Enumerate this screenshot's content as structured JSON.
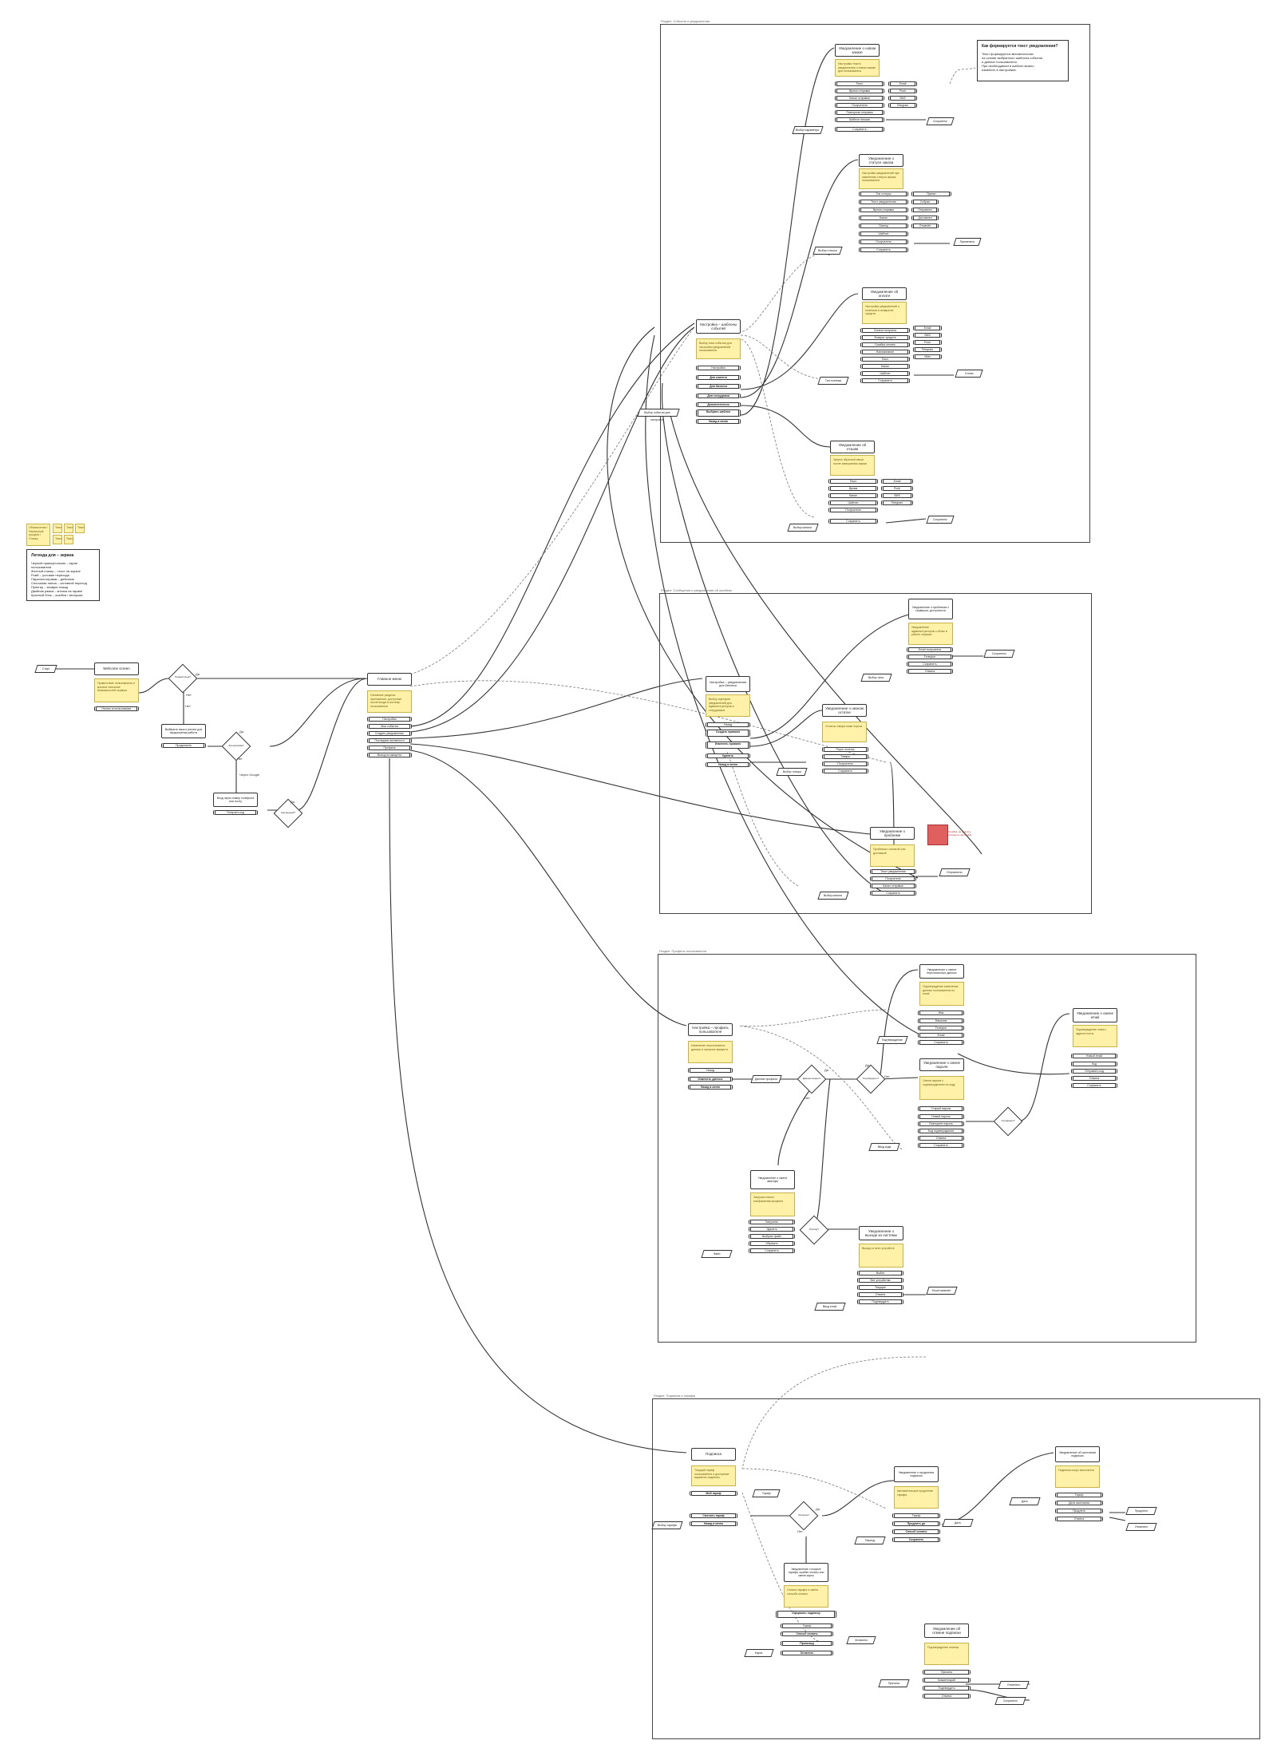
{
  "legend": {
    "stickies": [
      "Обозначения / Начальный процесс / Стикер",
      "Текст",
      "Текст",
      "Текст",
      "Текст",
      "Текст",
      "Текст"
    ],
    "card_title": "Легенда для – экрана",
    "card_lines": [
      "Черный прямоугольник – экран пользователя",
      "Желтый стикер – текст на экране",
      "Ромб – условие перехода",
      "Параллелограмм – действие",
      "Сплошная линия – основной переход",
      "Пунктир – возврат назад",
      "Двойная рамка – кнопка на экране",
      "Красный блок – ошибка / заглушка"
    ]
  },
  "left_flow": {
    "start": "Старт",
    "welcome_screen": "Welcome screen",
    "welcome_note": "Приветствие пользователя и краткое описание возможностей сервиса",
    "welcome_btn": "Начать использование",
    "decision1_yes": "Да",
    "decision1_no": "Нет",
    "decision1_label": "Первый вход?",
    "onboarding": "Выберите язык и регион для продолжения работы",
    "onboarding_btn": "Продолжить",
    "decision2_label": "Авторизован?",
    "decision2_yes": "Да",
    "decision2_no": "Нет",
    "decision2_side": "Через Google",
    "auth_screen": "Вход через номер телефона или почту",
    "auth_btn": "Получить код",
    "decision3_label": "Код верный?",
    "decision3_yes": "Да",
    "main_menu": "Главное меню",
    "main_note": "Основные разделы приложения, доступные после входа в систему пользователя",
    "main_buttons": [
      "Настройки",
      "Мои события",
      "Создать уведомление",
      "Последние активности",
      "Профиль",
      "Выход из аккаунта"
    ]
  },
  "frame1": {
    "label": "Раздел: События и уведомления",
    "hub": "Настройка – шаблоны событий",
    "hub_note": "Выбор типа события для настройки уведомлений пользователя",
    "hub_buttons": [
      "Настройки",
      "Для клиента",
      "Для бизнеса",
      "Для сотрудника",
      "Дополнительно",
      "Выбрать шаблон",
      "Назад в меню"
    ],
    "hub_io": "Выбор события для настройки",
    "help_card_title": "Как формируется текст уведомления?",
    "help_card_lines": [
      "Текст формируется автоматически",
      "на основе выбранного шаблона события",
      "и данных пользователя.",
      "",
      "При необходимости шаблон можно",
      "изменить в настройках."
    ],
    "screens": [
      {
        "title": "Уведомление о новом заказе",
        "note": "Настройка текста уведомления о новом заказе для пользователя",
        "buttons": [
          "Текст",
          "Время отправки",
          "Канал отправки",
          "Получатели",
          "Повторная отправка",
          "Шаблон письма",
          "Сохранить"
        ],
        "side": [
          "Email",
          "Push",
          "SMS",
          "Telegram"
        ],
        "io": "Выбор параметра",
        "out": "Сохранено"
      },
      {
        "title": "Уведомление о статусе заказа",
        "note": "Настройка уведомлений при изменении статуса заказа пользователя",
        "buttons": [
          "Тип статуса",
          "Текст уведомления",
          "Время отправки",
          "Канал",
          "Повтор",
          "Шаблон",
          "Получатели",
          "Сохранить"
        ],
        "side": [
          "Принят",
          "Собран",
          "Отправлен",
          "Доставлен",
          "Отменён"
        ],
        "io": "Выбор статуса",
        "out": "Применено"
      },
      {
        "title": "Уведомление об оплате",
        "note": "Настройка уведомлений о платежах и возвратах средств",
        "buttons": [
          "Оплата получена",
          "Возврат средств",
          "Ошибка оплаты",
          "Напоминание",
          "Текст",
          "Канал",
          "Шаблон",
          "Сохранить"
        ],
        "side": [
          "Email",
          "SMS",
          "Push",
          "Telegram",
          "Viber"
        ],
        "io": "Тип платежа",
        "out": "Готово"
      },
      {
        "title": "Уведомление об отзыве",
        "note": "Запрос обратной связи после завершения заказа",
        "buttons": [
          "Текст",
          "Время",
          "Канал",
          "Шаблон",
          "Получатели",
          "Сохранить"
        ],
        "side": [
          "Email",
          "Push",
          "SMS",
          "Telegram"
        ],
        "io": "Выбор канала",
        "out": "Сохранено"
      }
    ]
  },
  "frame2": {
    "label": "Раздел: Сообщения и уведомления об ошибках",
    "hub": "Настройка – уведомления для бизнеса",
    "hub_note": "Выбор сценария уведомлений для администраторов и сотрудников",
    "hub_buttons": [
      "Назад",
      "Создать правило",
      "Изменить правило",
      "Удалить",
      "Назад в меню"
    ],
    "s1_title": "Уведомление о проблемах с сервером, доступности",
    "s1_note": "Уведомление администраторов о сбоях в работе сервиса",
    "s1_buttons": [
      "Email получателя",
      "Телефон",
      "Сохранить",
      "Отмена"
    ],
    "s1_out": "Сохранено",
    "s1_io": "Выбор типа",
    "s2_title": "Уведомление о низком остатке",
    "s2_note": "Остаток товара ниже порога",
    "s2_buttons": [
      "Порог остатка",
      "Товары",
      "Получатели",
      "Сохранить"
    ],
    "s2_io": "Выбор товара",
    "s3_title": "Уведомление о проблеме",
    "s3_note": "Проблема с оплатой или доставкой",
    "s3_buttons": [
      "Текст уведомления",
      "Получатели",
      "Канал отправки",
      "Сохранить"
    ],
    "s3_io": "Выбор канала",
    "s3_out": "Отправлено",
    "error_block": "Ошибка: не удалось сохранить настройки"
  },
  "frame3": {
    "label": "Раздел: Профиль пользователя",
    "hub": "Настройка – профиль пользователя",
    "hub_note": "Изменение персональных данных и настроек аккаунта",
    "hub_buttons": [
      "Назад",
      "Изменить данные",
      "Назад в меню"
    ],
    "hub_io": "Данные профиля",
    "d1_label": "Данные верны?",
    "d1_yes": "Да",
    "d1_no": "Нет",
    "d2_label": "Подтвердить?",
    "d2_yes": "Да",
    "d2_no": "Нет",
    "d3_label": "Сохранено?",
    "d4_label": "Повтор?",
    "s1_title": "Уведомление о смене персональных данных",
    "s1_note": "Подтверждение изменения данных пользователя по email",
    "s1_buttons": [
      "Имя",
      "Фамилия",
      "Телефон",
      "Email",
      "Сохранить"
    ],
    "s1_io": "Подтверждение",
    "s2_title": "Уведомление о смене пароля",
    "s2_note": "Смена пароля с подтверждением по коду",
    "s2_buttons": [
      "Старый пароль",
      "Новый пароль",
      "Повторите пароль",
      "Код подтверждения",
      "Отмена",
      "Сохранить"
    ],
    "s2_io": "Ввод кода",
    "s3_title": "Уведомление о смене аватара",
    "s3_note": "Загрузка нового изображения профиля",
    "s3_buttons": [
      "Загрузить",
      "Удалить",
      "Выбрать файл",
      "Обрезать",
      "Сохранить"
    ],
    "s3_io": "Файл",
    "s4_title": "Уведомление о смене email",
    "s4_note": "Подтверждение нового адреса почты",
    "s4_buttons": [
      "Новый email",
      "Код",
      "Отправить код",
      "Отмена",
      "Сохранить"
    ],
    "s4_io": "Ввод email",
    "s4_out": "Email изменён",
    "s5_title": "Уведомление о выходе из системы",
    "s5_note": "Выход со всех устройств",
    "s5_buttons": [
      "Выйти",
      "Все устройства",
      "Текущее",
      "Отмена",
      "Подтвердить"
    ]
  },
  "frame4": {
    "label": "Раздел: Подписки и тарифы",
    "hub": "Подписка",
    "hub_note": "Текущий тариф пользователя и доступные варианты подписки",
    "hub_buttons": [
      "Мой тариф",
      "Сменить тариф",
      "Назад в меню"
    ],
    "hub_io": "Тариф",
    "hub_io2": "Выбор тарифа",
    "d1_label": "Оплачен?",
    "d1_yes": "Да",
    "d1_no": "Нет",
    "s1_title": "Уведомление о продлении подписки",
    "s1_note": "Автоматическое продление тарифа",
    "s1_buttons": [
      "Тариф",
      "Продлить до",
      "Способ оплаты",
      "Сохранить"
    ],
    "s1_io": "Период",
    "s2_title": "Уведомление об окончании подписки",
    "s2_note": "Подписка скоро закончится",
    "s2_buttons": [
      "Тариф",
      "Дата окончания",
      "Продлить",
      "Отмена"
    ],
    "s2_io": "Дата",
    "s2_out1": "Продлено",
    "s2_out2": "Отменено",
    "s3_title": "Уведомление о покупке тарифа, ошибке оплаты или смене карты",
    "s3_note": "Оплата тарифа и смена способа оплаты",
    "s3_big_btn": "Оформить подписку",
    "s3_buttons": [
      "Тариф",
      "Способ оплаты",
      "Промокод",
      "Оплатить"
    ],
    "s3_io": "Карта",
    "s3_out": "Оплачено",
    "s4_title": "Уведомление об отмене подписки",
    "s4_note": "Подтверждение отмены",
    "s4_buttons": [
      "Причина",
      "Комментарий",
      "Подтвердить",
      "Отмена"
    ],
    "s4_io": "Причина",
    "s4_out1": "Отменено",
    "s4_out2": "Сохранено"
  },
  "colors": {
    "note": "#fff2a8",
    "error": "#e06060",
    "line": "#333333"
  }
}
